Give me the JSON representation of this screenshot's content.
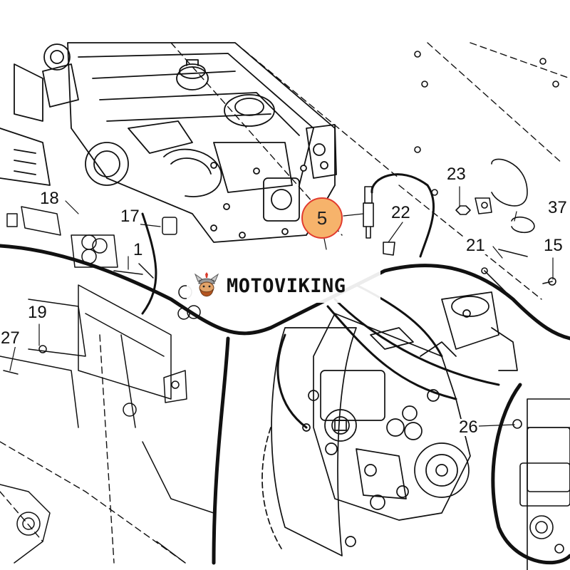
{
  "diagram": {
    "callouts": [
      "18",
      "17",
      "1",
      "19",
      "27",
      "23",
      "22",
      "37",
      "21",
      "15",
      "26"
    ],
    "highlighted_callout": "5",
    "colors": {
      "line": "#111111",
      "highlight_fill": "#f6b36b",
      "highlight_ring": "#e23b2e"
    }
  },
  "watermark": {
    "brand": "MOTOVIKING",
    "logo_icon": "viking-head-icon"
  }
}
